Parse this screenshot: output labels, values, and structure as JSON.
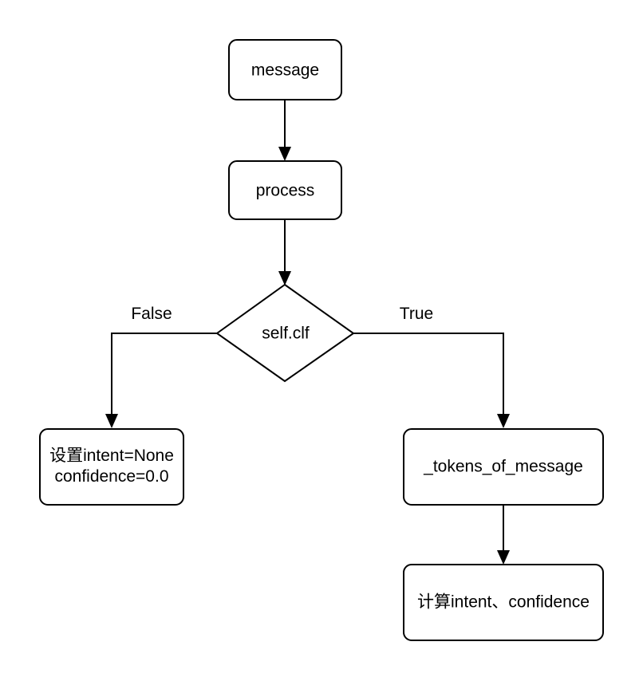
{
  "diagram": {
    "type": "flowchart",
    "direction": "top-to-bottom",
    "background_color": "#ffffff",
    "stroke_color": "#000000",
    "text_color": "#000000",
    "nodes": [
      {
        "id": "message",
        "shape": "rounded-rectangle",
        "label": "message"
      },
      {
        "id": "process",
        "shape": "rounded-rectangle",
        "label": "process"
      },
      {
        "id": "self_clf",
        "shape": "diamond",
        "label": "self.clf"
      },
      {
        "id": "set_intent_none",
        "shape": "rounded-rectangle",
        "label_line1": "设置intent=None",
        "label_line2": "confidence=0.0"
      },
      {
        "id": "tokens_of_message",
        "shape": "rounded-rectangle",
        "label": "_tokens_of_message"
      },
      {
        "id": "compute_intent_confidence",
        "shape": "rounded-rectangle",
        "label": "计算intent、confidence"
      }
    ],
    "edges": [
      {
        "id": "message-to-process",
        "label": ""
      },
      {
        "id": "process-to-self-clf",
        "label": ""
      },
      {
        "id": "self-clf-false-branch",
        "label": "False"
      },
      {
        "id": "self-clf-true-branch",
        "label": "True"
      },
      {
        "id": "tokens-to-compute",
        "label": ""
      }
    ]
  }
}
